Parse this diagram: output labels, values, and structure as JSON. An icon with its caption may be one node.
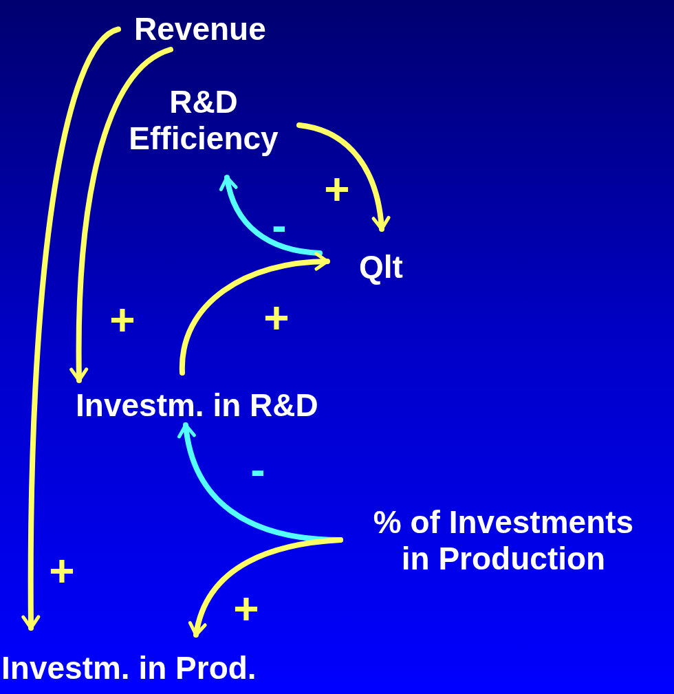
{
  "diagram": {
    "nodes": [
      {
        "text": [
          "Revenue"
        ]
      },
      {
        "text": [
          "R&D Efficiency"
        ]
      },
      {
        "text": [
          "Qlt"
        ]
      },
      {
        "text": [
          "Investm. in R&D"
        ]
      },
      {
        "text": [
          "% of Investments in Production"
        ]
      },
      {
        "text": [
          "Investm. in Prod."
        ]
      }
    ],
    "edges": [
      {
        "from": 0,
        "to": 5,
        "arrow": "to",
        "label": "+"
      },
      {
        "from": 0,
        "to": 3,
        "arrow": "to",
        "label": "+"
      },
      {
        "from": 1,
        "to": 2,
        "arrow": "to",
        "label": "+"
      },
      {
        "from": 2,
        "to": 1,
        "arrow": "to",
        "label": "-",
        "color": "#55ffff"
      },
      {
        "from": 3,
        "to": 2,
        "arrow": "to",
        "label": "+"
      },
      {
        "from": 4,
        "to": 3,
        "arrow": "to",
        "label": "-",
        "color": "#55ffff"
      },
      {
        "from": 4,
        "to": 5,
        "arrow": "to",
        "label": "+"
      }
    ]
  }
}
